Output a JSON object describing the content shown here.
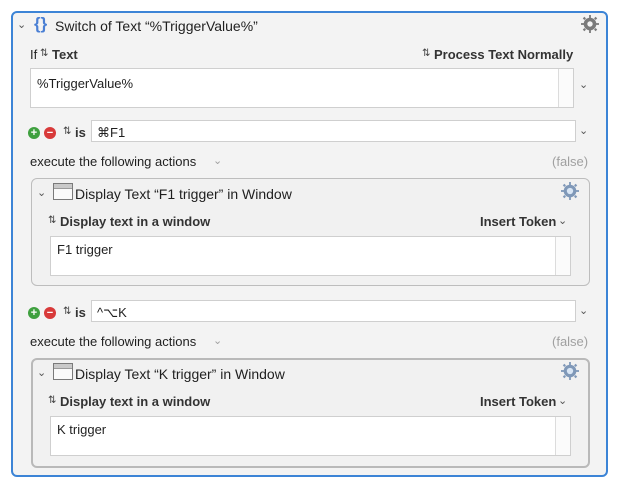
{
  "switch": {
    "title": "Switch of Text “%TriggerValue%”",
    "if_label": "If",
    "source_label": "Text",
    "process_label": "Process Text Normally",
    "text_value": "%TriggerValue%"
  },
  "cases": [
    {
      "is_label": "is",
      "value": "⌘F1",
      "execute_label": "execute the following actions",
      "state": "(false)",
      "action": {
        "title": "Display Text “F1 trigger” in Window",
        "mode_label": "Display text in a window",
        "token_label": "Insert Token",
        "text": "F1 trigger"
      }
    },
    {
      "is_label": "is",
      "value": "^⌥K",
      "execute_label": "execute the following actions",
      "state": "(false)",
      "action": {
        "title": "Display Text “K trigger” in Window",
        "mode_label": "Display text in a window",
        "token_label": "Insert Token",
        "text": "K trigger"
      }
    }
  ],
  "icons": {
    "collapse": "chevron-down-icon",
    "braces": "curly-braces-icon",
    "gear": "gear-icon",
    "add": "plus-circle-icon",
    "remove": "minus-circle-icon",
    "window": "window-icon",
    "updown": "updown-arrows-icon"
  },
  "colors": {
    "accent": "#3c84d6",
    "add": "#3fa03f",
    "remove": "#d83a3a",
    "braces": "#4a7fd4"
  }
}
